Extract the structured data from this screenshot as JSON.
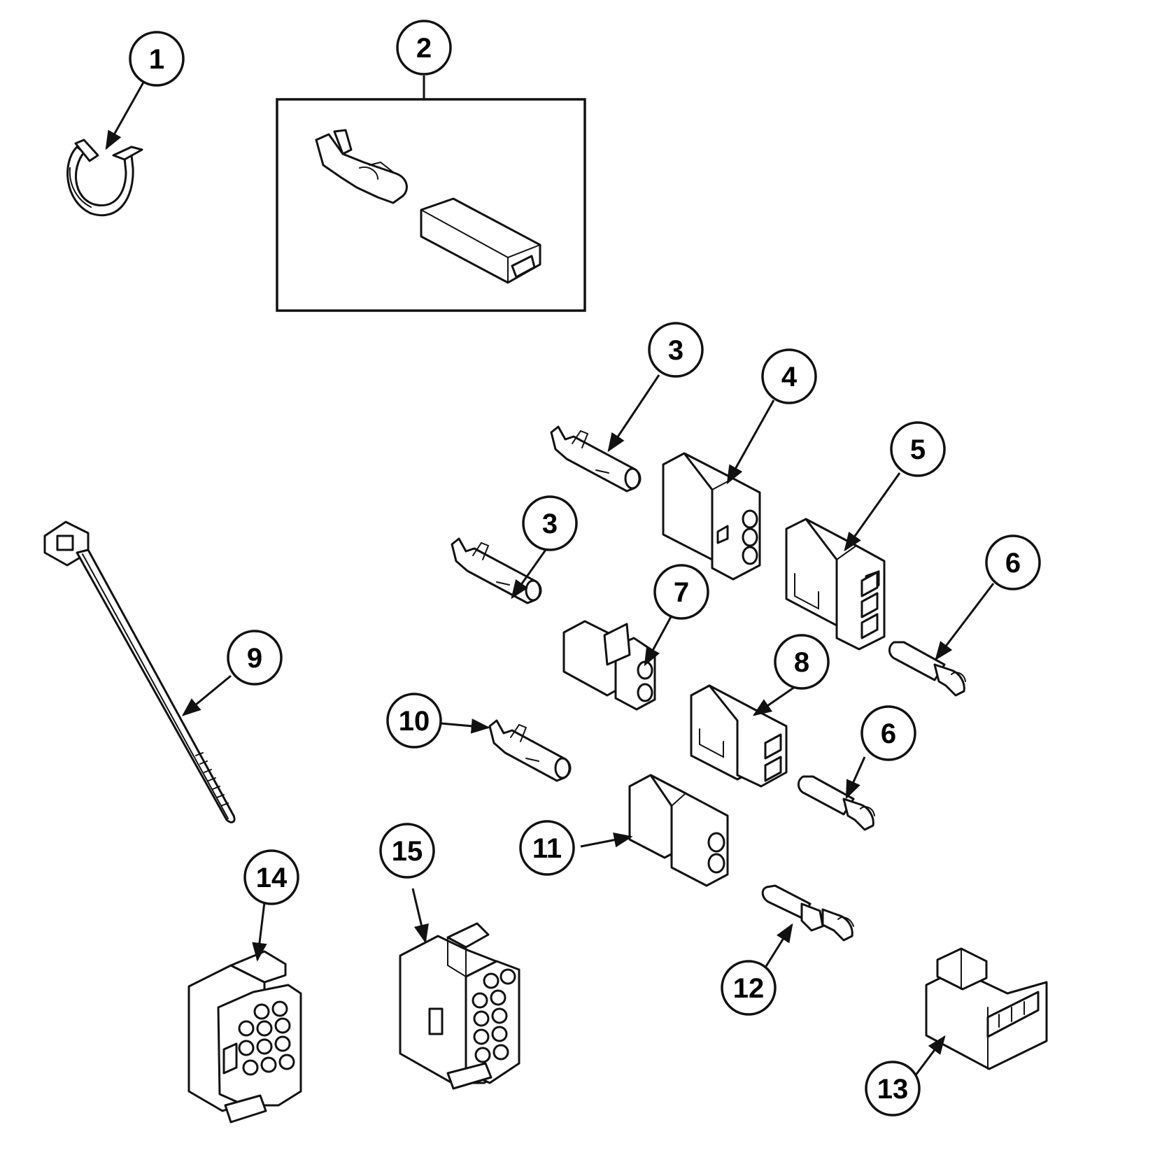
{
  "diagram": {
    "callouts": [
      {
        "id": "c1",
        "text": "1"
      },
      {
        "id": "c2",
        "text": "2"
      },
      {
        "id": "c3a",
        "text": "3"
      },
      {
        "id": "c3b",
        "text": "3"
      },
      {
        "id": "c4",
        "text": "4"
      },
      {
        "id": "c5",
        "text": "5"
      },
      {
        "id": "c6a",
        "text": "6"
      },
      {
        "id": "c6b",
        "text": "6"
      },
      {
        "id": "c7",
        "text": "7"
      },
      {
        "id": "c8",
        "text": "8"
      },
      {
        "id": "c9",
        "text": "9"
      },
      {
        "id": "c10",
        "text": "10"
      },
      {
        "id": "c11",
        "text": "11"
      },
      {
        "id": "c12",
        "text": "12"
      },
      {
        "id": "c13",
        "text": "13"
      },
      {
        "id": "c14",
        "text": "14"
      },
      {
        "id": "c15",
        "text": "15"
      }
    ],
    "colors": {
      "ink": "#111111",
      "background": "#ffffff"
    }
  }
}
